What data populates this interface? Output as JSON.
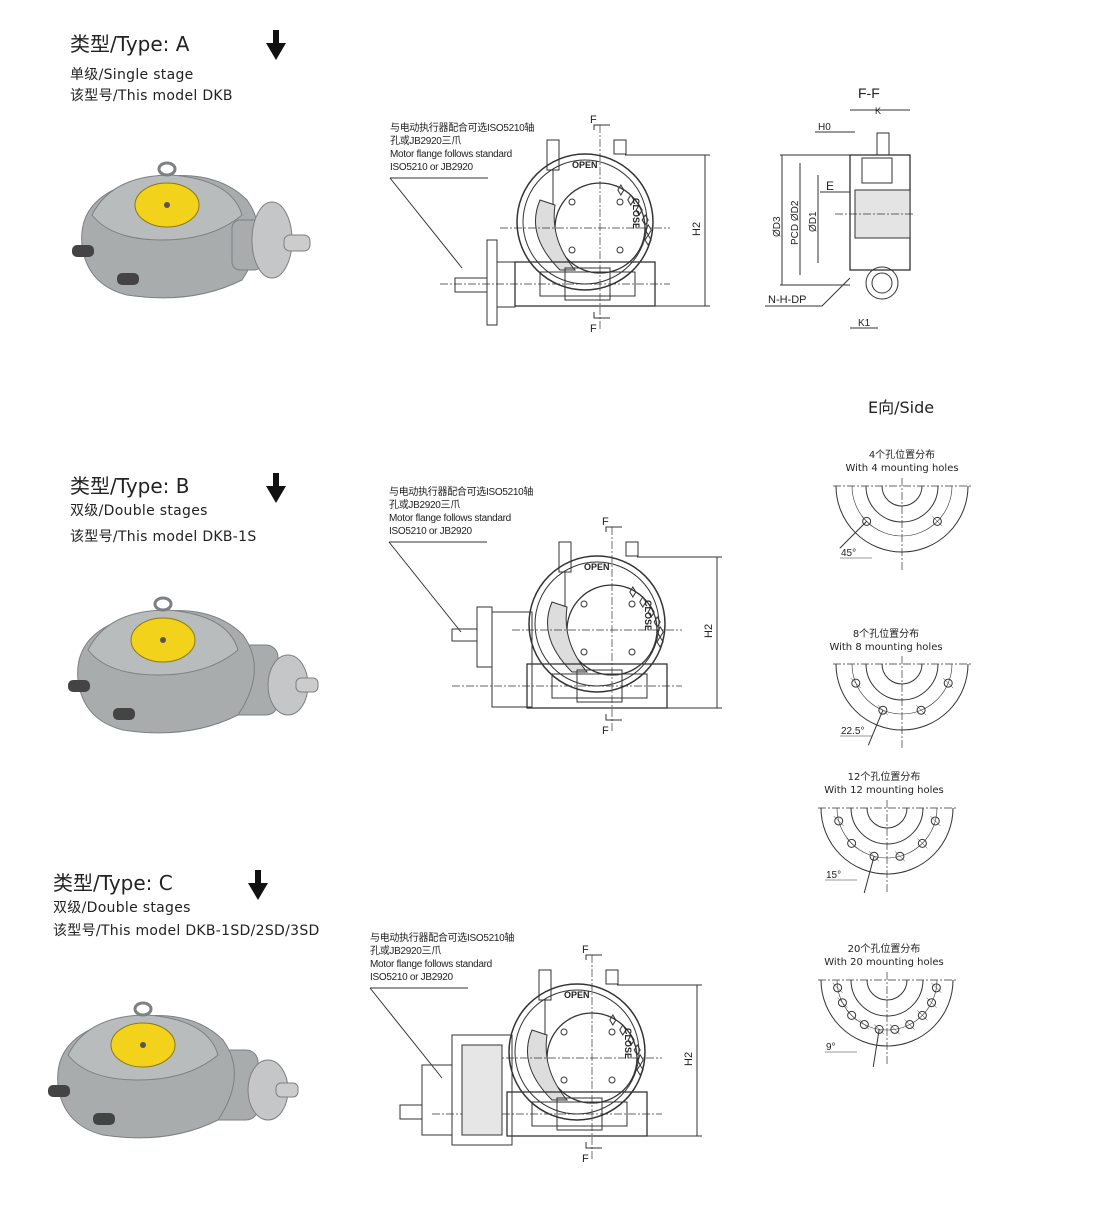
{
  "types": [
    {
      "heading": "类型/Type: A",
      "line1": "单级/Single stage",
      "line2": "该型号/This model DKB"
    },
    {
      "heading": "类型/Type: B",
      "line1": "双级/Double stages",
      "line2": "该型号/This model DKB-1S"
    },
    {
      "heading": "类型/Type: C",
      "line1": "双级/Double stages",
      "line2": "该型号/This model DKB-1SD/2SD/3SD"
    }
  ],
  "drawing_note": {
    "line1": "与电动执行器配合可选ISO5210轴",
    "line2": "孔或JB2920三爪",
    "line3": "Motor flange follows standard",
    "line4": "ISO5210 or JB2920"
  },
  "drawing_labels": {
    "section_top": "F",
    "section_bottom": "F",
    "height": "H2",
    "open": "OPEN",
    "close": "CLOSE"
  },
  "section_view": {
    "title": "F-F",
    "k": "K",
    "h0": "H0",
    "e": "E",
    "d3": "ØD3",
    "d2": "PCD ØD2",
    "d1": "ØD1",
    "nhdp": "N-H-DP",
    "k1": "K1"
  },
  "side_title": "E向/Side",
  "hole_patterns": [
    {
      "cn": "4个孔位置分布",
      "en": "With 4 mounting holes",
      "angle": "45°",
      "count": 4
    },
    {
      "cn": "8个孔位置分布",
      "en": "With 8 mounting holes",
      "angle": "22.5°",
      "count": 8
    },
    {
      "cn": "12个孔位置分布",
      "en": "With 12 mounting holes",
      "angle": "15°",
      "count": 12
    },
    {
      "cn": "20个孔位置分布",
      "en": "With 20 mounting holes",
      "angle": "9°",
      "count": 20
    }
  ],
  "colors": {
    "housing": "#a9acad",
    "housing_dark": "#7d8082",
    "disc": "#f2d21b",
    "line": "#333333"
  }
}
